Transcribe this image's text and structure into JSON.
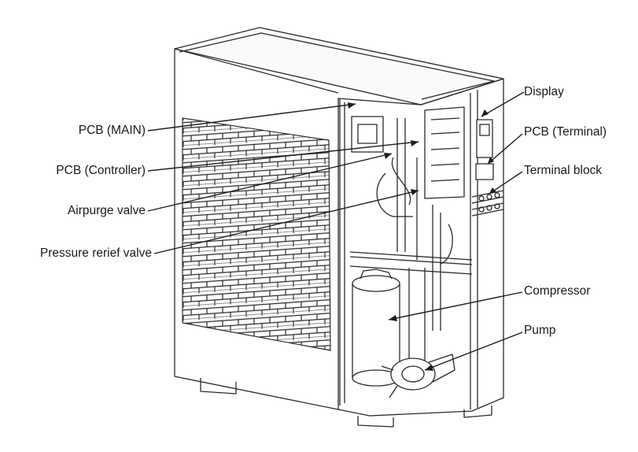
{
  "labels": {
    "pcb_main": "PCB (MAIN)",
    "pcb_controller": "PCB (Controller)",
    "airpurge_valve": "Airpurge valve",
    "pressure_relief_valve": "Pressure rerief valve",
    "display": "Display",
    "pcb_terminal": "PCB (Terminal)",
    "terminal_block": "Terminal block",
    "compressor": "Compressor",
    "pump": "Pump"
  },
  "colors": {
    "line": "#2b2b2b",
    "text": "#1a1a1a",
    "background": "#ffffff"
  }
}
